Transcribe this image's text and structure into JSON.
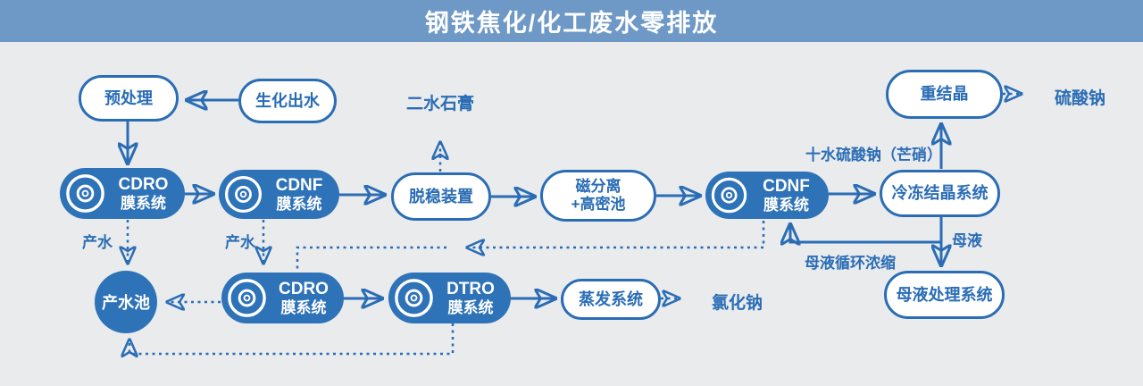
{
  "header": {
    "title": "钢铁焦化/化工废水零排放"
  },
  "colors": {
    "header_bg": "#6e98c6",
    "accent_blue": "#2a6db5",
    "node_fill_blue": "#2e72b8",
    "background_gray": "#eaebed",
    "text_on_fill": "#ffffff"
  },
  "icons": {
    "membrane_disc": "◎"
  },
  "nodes": {
    "pretreat": {
      "label": "预处理"
    },
    "biochem": {
      "label": "生化出水"
    },
    "recryst": {
      "label": "重结晶"
    },
    "destab": {
      "label": "脱稳装置"
    },
    "magsep": {
      "line1": "磁分离",
      "line2": "+高密池"
    },
    "freeze": {
      "label": "冷冻结晶系统"
    },
    "mother_liquor_system": {
      "label": "母液处理系统"
    },
    "evaporation": {
      "label": "蒸发系统"
    },
    "pool": {
      "label": "产水池"
    },
    "cdro1": {
      "name": "CDRO",
      "sub": "膜系统"
    },
    "cdnf1": {
      "name": "CDNF",
      "sub": "膜系统"
    },
    "cdnf2": {
      "name": "CDNF",
      "sub": "膜系统"
    },
    "cdro2": {
      "name": "CDRO",
      "sub": "膜系统"
    },
    "dtro": {
      "name": "DTRO",
      "sub": "膜系统"
    }
  },
  "outputs": {
    "gypsum": "二水石膏",
    "sodium_sulfate": "硫酸钠",
    "sodium_chloride": "氯化钠"
  },
  "edge_labels": {
    "product_water_1": "产水",
    "product_water_2": "产水",
    "glauber_salt": "十水硫酸钠（芒硝）",
    "mother_liquor": "母液",
    "mother_liquor_recycle": "母液循环浓缩"
  }
}
